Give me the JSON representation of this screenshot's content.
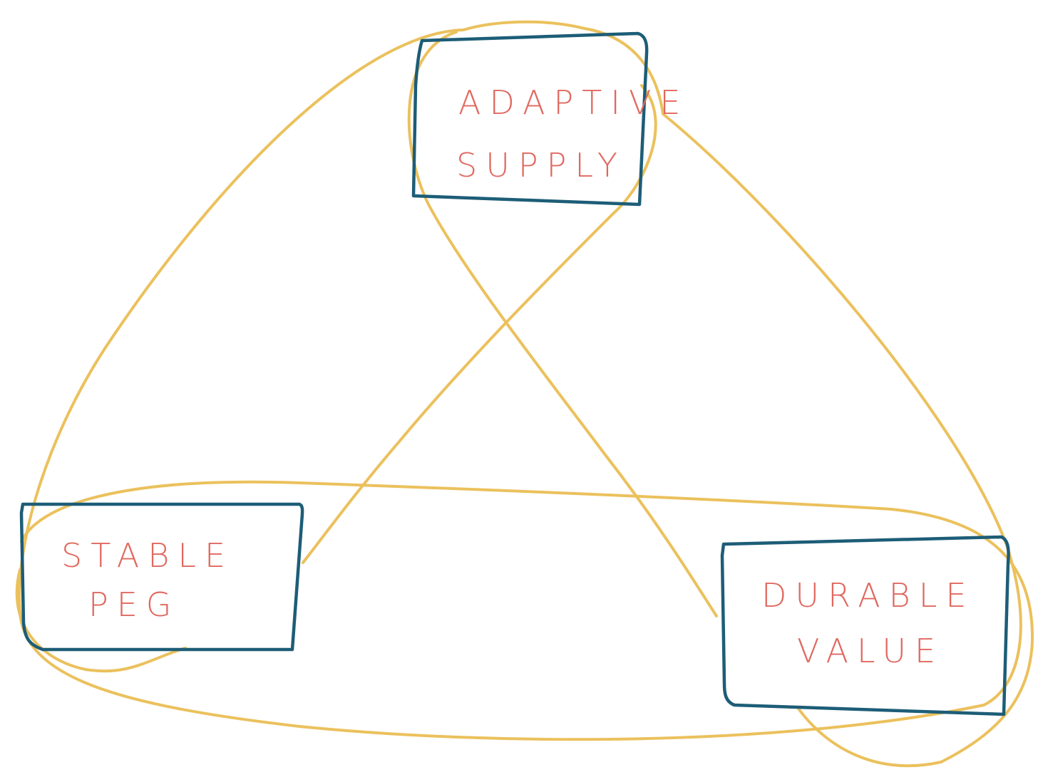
{
  "colors": {
    "connector": "#ebc15d",
    "box_border": "#1d5d77",
    "label_text": "#e0685f",
    "background": "#ffffff"
  },
  "nodes": {
    "adaptive_supply": {
      "line1": "ADAPTIVE",
      "line2": "SUPPLY"
    },
    "stable_peg": {
      "line1": "STABLE",
      "line2": "PEG"
    },
    "durable_value": {
      "line1": "DURABLE",
      "line2": "VALUE"
    }
  }
}
